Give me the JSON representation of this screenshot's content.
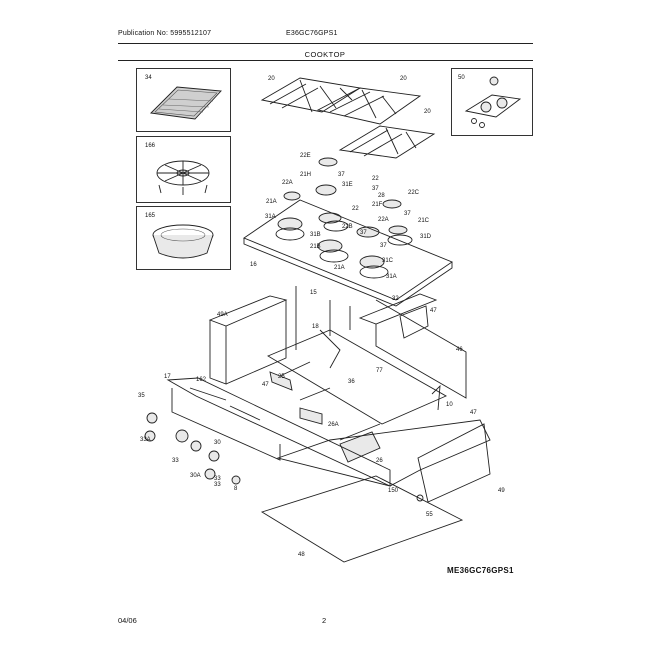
{
  "header": {
    "publication": "Publication No: 5995512107",
    "model": "E36GC76GPS1",
    "section": "COOKTOP"
  },
  "footer": {
    "date": "04/06",
    "page": "2",
    "diagram_code": "ME36GC76GPS1"
  },
  "panels": [
    {
      "id": "panel-griddle",
      "part": "34"
    },
    {
      "id": "panel-wok-ring",
      "part": "166"
    },
    {
      "id": "panel-wok-support",
      "part": "165"
    }
  ],
  "grates_inset": {
    "part": "50"
  },
  "labels": {
    "l20a": "20",
    "l20b": "20",
    "l20c": "20",
    "l22e": "22E",
    "l21h": "21H",
    "l37a": "37",
    "l31e": "31E",
    "l22a": "22",
    "l22ha": "22A",
    "l28a": "28",
    "l22c": "22C",
    "l37b": "37",
    "l21a": "21A",
    "l21f": "21F",
    "l22b": "22",
    "l37c": "37",
    "l31a": "31A",
    "l22a2": "22A",
    "l21c": "21C",
    "l22bb": "22B",
    "l31d": "31D",
    "l21b": "21B",
    "l37d": "37",
    "l31c": "31C",
    "l37e": "37",
    "l31b": "31B",
    "l21a2": "21A",
    "l31a2": "31A",
    "l16": "16",
    "l15": "15",
    "l32": "32",
    "l47a": "47",
    "l49a": "49A",
    "l46": "46",
    "l18": "18",
    "l47b": "47",
    "l25": "25",
    "l77": "77",
    "l36": "36",
    "l10": "10",
    "l162": "162",
    "l35": "35",
    "l33a": "33A",
    "l33b": "33",
    "l30": "30",
    "l17": "17",
    "l33c": "33",
    "l30a": "30A",
    "l33d": "33",
    "l8": "8",
    "l26a": "26A",
    "l26": "26",
    "l47c": "47",
    "l49": "49",
    "l150": "150",
    "l55": "55",
    "l48": "48"
  }
}
